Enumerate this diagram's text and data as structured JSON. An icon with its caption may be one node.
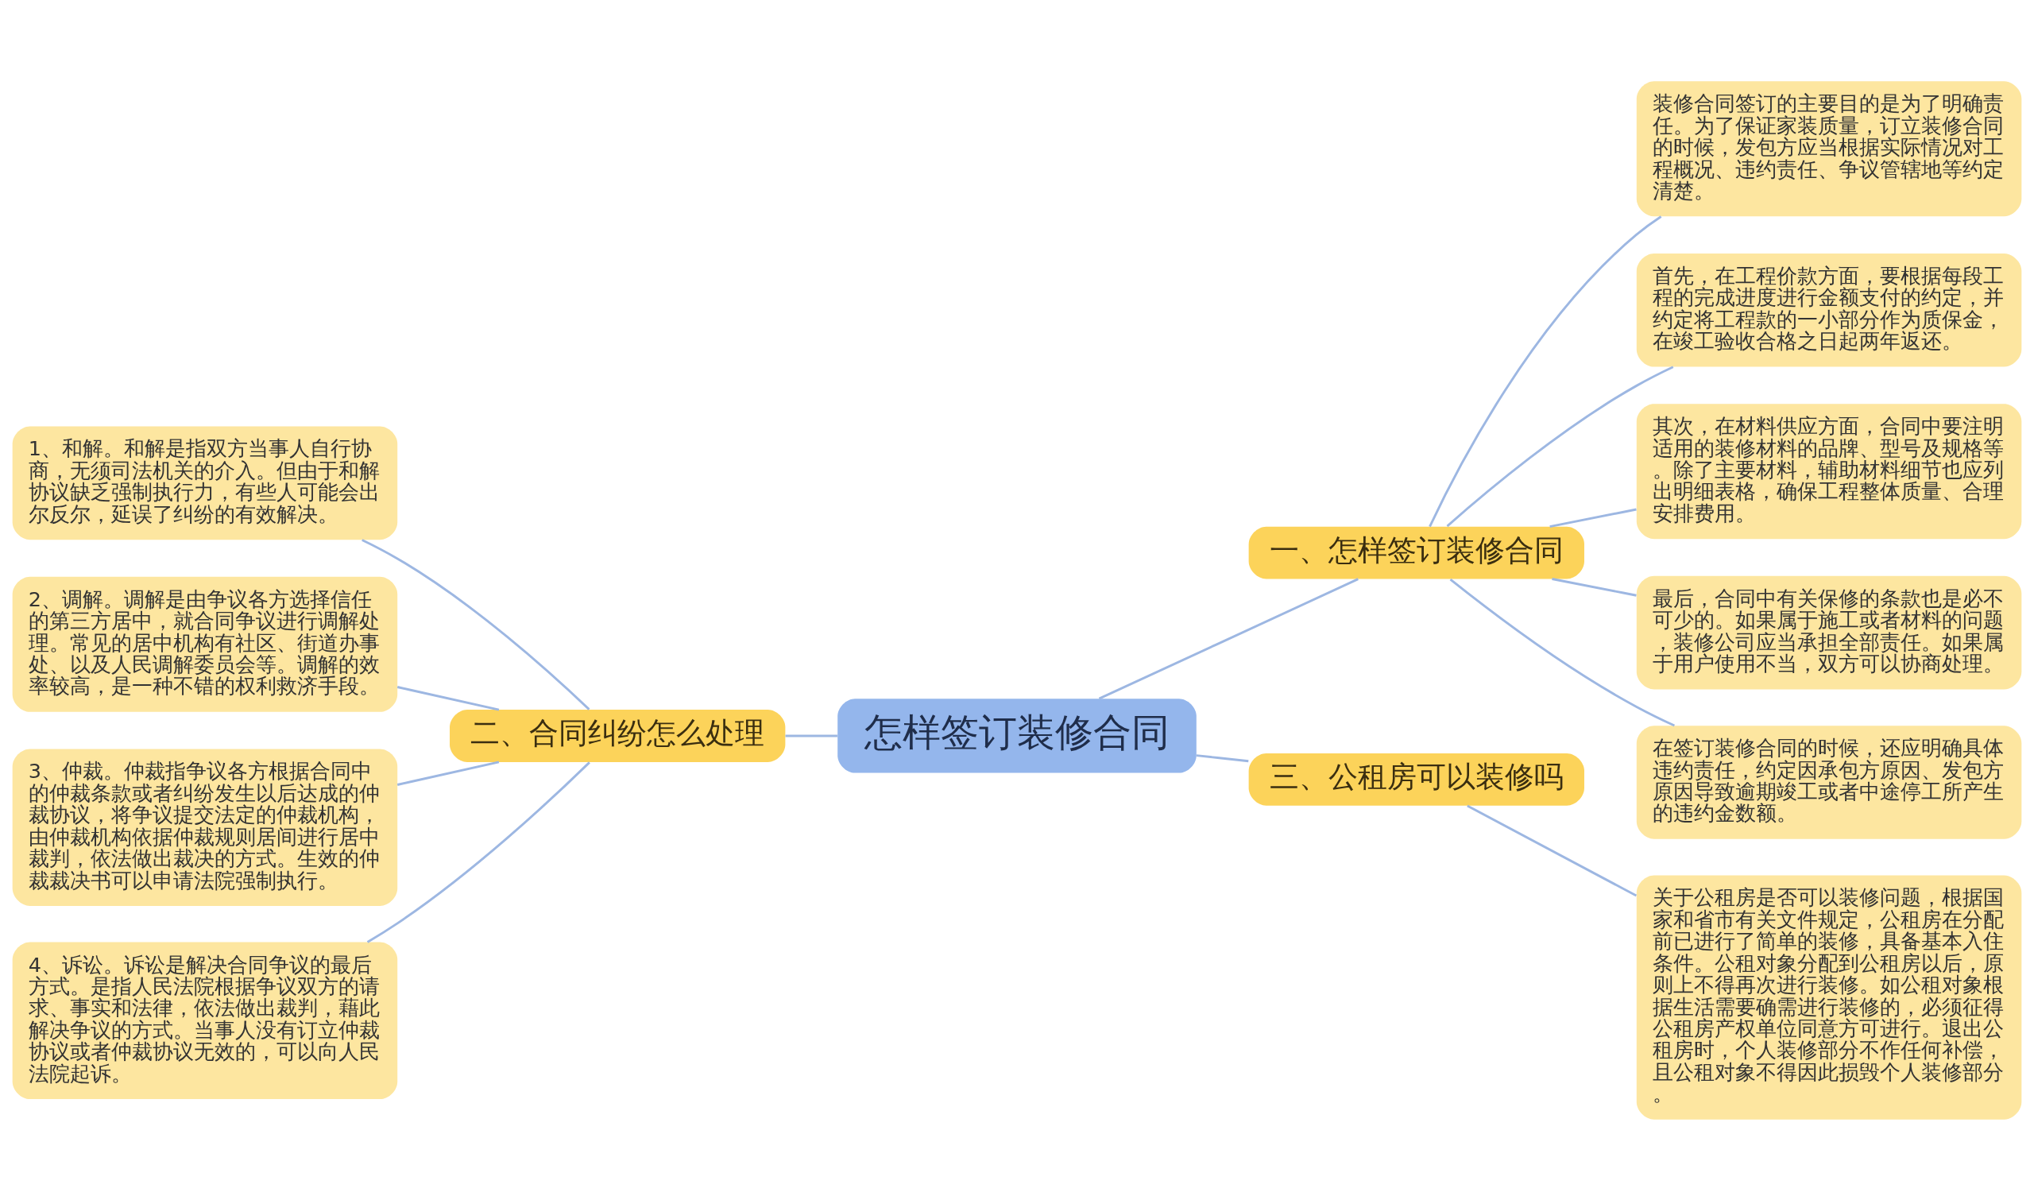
{
  "diagram": {
    "nodes": [
      {
        "text": [
          "怎样签订装修合同"
        ]
      },
      {
        "text": [
          "一、怎样签订装修合同"
        ]
      },
      {
        "text": [
          "装修合同签订的主要目的是为了明确责任。为了保证家装质量，订立装修合同的时候，发包方应当根据实际情况对工程概况、违约责任、争议管辖地等约定清楚。"
        ]
      },
      {
        "text": [
          "首先，在工程价款方面，要根据每段工程的完成进度进行金额支付的约定，并约定将工程款的一小部分作为质保金，在竣工验收合格之日起两年返还。"
        ]
      },
      {
        "text": [
          "其次，在材料供应方面，合同中要注明适用的装修材料的品牌、型号及规格等。除了主要材料，辅助材料细节也应列出明细表格，确保工程整体质量、合理安排费用。"
        ]
      },
      {
        "text": [
          "最后，合同中有关保修的条款也是必不可少的。如果属于施工或者材料的问题，装修公司应当承担全部责任。如果属于用户使用不当，双方可以协商处理。"
        ]
      },
      {
        "text": [
          "在签订装修合同的时候，还应明确具体违约责任，约定因承包方原因、发包方原因导致逾期竣工或者中途停工所产生的违约金数额。"
        ]
      },
      {
        "text": [
          "二、合同纠纷怎么处理"
        ]
      },
      {
        "text": [
          "1、和解。和解是指双方当事人自行协商，无须司法机关的介入。但由于和解协议缺乏强制执行力，有些人可能会出尔反尔，延误了纠纷的有效解决。"
        ]
      },
      {
        "text": [
          "2、调解。调解是由争议各方选择信任的第三方居中，就合同争议进行调解处理。常见的居中机构有社区、街道办事处、以及人民调解委员会等。调解的效率较高，是一种不错的权利救济手段。"
        ]
      },
      {
        "text": [
          "3、仲裁。仲裁指争议各方根据合同中的仲裁条款或者纠纷发生以后达成的仲裁协议，将争议提交法定的仲裁机构，由仲裁机构依据仲裁规则居间进行居中裁判，依法做出裁决的方式。生效的仲裁裁决书可以申请法院强制执行。"
        ]
      },
      {
        "text": [
          "4、诉讼。诉讼是解决合同争议的最后方式。是指人民法院根据争议双方的请求、事实和法律，依法做出裁判，藉此解决争议的方式。当事人没有订立仲裁协议或者仲裁协议无效的，可以向人民法院起诉。"
        ]
      },
      {
        "text": [
          "三、公租房可以装修吗"
        ]
      },
      {
        "text": [
          "关于公租房是否可以装修问题，根据国家和省市有关文件规定，公租房在分配前已进行了简单的装修，具备基本入住条件。公租对象分配到公租房以后，原则上不得再次进行装修。如公租对象根据生活需要确需进行装修的，必须征得公租房产权单位同意方可进行。退出公租房时，个人装修部分不作任何补偿，且公租对象不得因此损毁个人装修部分。"
        ]
      }
    ],
    "edges": [
      {
        "from": 0,
        "to": 1,
        "arrow": "none"
      },
      {
        "from": 1,
        "to": 2,
        "arrow": "none"
      },
      {
        "from": 1,
        "to": 3,
        "arrow": "none"
      },
      {
        "from": 1,
        "to": 4,
        "arrow": "none"
      },
      {
        "from": 1,
        "to": 5,
        "arrow": "none"
      },
      {
        "from": 1,
        "to": 6,
        "arrow": "none"
      },
      {
        "from": 0,
        "to": 7,
        "arrow": "none"
      },
      {
        "from": 7,
        "to": 8,
        "arrow": "none"
      },
      {
        "from": 7,
        "to": 9,
        "arrow": "none"
      },
      {
        "from": 7,
        "to": 10,
        "arrow": "none"
      },
      {
        "from": 7,
        "to": 11,
        "arrow": "none"
      },
      {
        "from": 0,
        "to": 12,
        "arrow": "none"
      },
      {
        "from": 12,
        "to": 13,
        "arrow": "none"
      }
    ]
  }
}
